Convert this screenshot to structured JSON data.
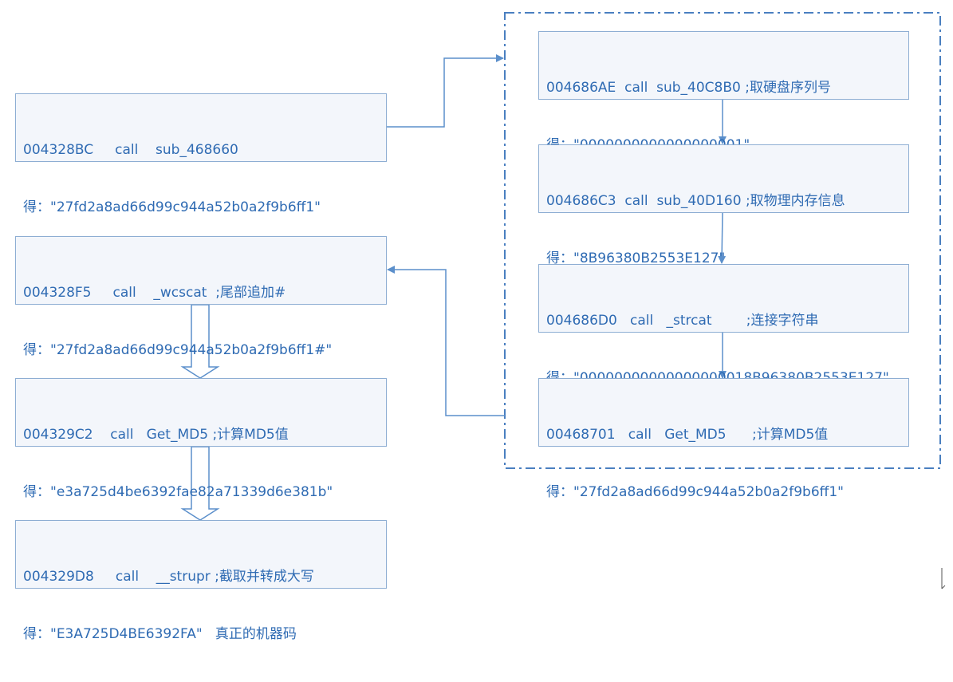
{
  "colors": {
    "text": "#2f6bb3",
    "box_fill": "#f3f6fb",
    "box_border": "#8eaed3",
    "connector": "#5b8fcb",
    "dashed_frame": "#4a7fc0"
  },
  "left_chain": [
    {
      "addr": "004328BC",
      "call": "call",
      "func": "sub_468660",
      "comment": "",
      "result_label": "得：",
      "result_value": "\"27fd2a8ad66d99c944a52b0a2f9b6ff1\"",
      "result_note": ""
    },
    {
      "addr": "004328F5",
      "call": "call",
      "func": "_wcscat",
      "comment": ";尾部追加#",
      "result_label": "得：",
      "result_value": "\"27fd2a8ad66d99c944a52b0a2f9b6ff1#\"",
      "result_note": ""
    },
    {
      "addr": "004329C2",
      "call": "call",
      "func": "Get_MD5",
      "comment": ";计算MD5值",
      "result_label": "得：",
      "result_value": "\"e3a725d4be6392fae82a71339d6e381b\"",
      "result_note": ""
    },
    {
      "addr": "004329D8",
      "call": "call",
      "func": "__strupr",
      "comment": ";截取并转成大写",
      "result_label": "得：",
      "result_value": "\"E3A725D4BE6392FA\"",
      "result_note": "真正的机器码"
    }
  ],
  "right_chain": [
    {
      "addr": "004686AE",
      "call": "call",
      "func": "sub_40C8B0",
      "comment": ";取硬盘序列号",
      "result_label": "得：",
      "result_value": "\"0000000000000000001\""
    },
    {
      "addr": "004686C3",
      "call": "call",
      "func": "sub_40D160",
      "comment": ";取物理内存信息",
      "result_label": "得：",
      "result_value": "\"8B96380B2553E127\""
    },
    {
      "addr": "004686D0",
      "call": "call",
      "func": "_strcat",
      "comment": ";连接字符串",
      "result_label": "得：",
      "result_value": "\"00000000000000000018B96380B2553E127\""
    },
    {
      "addr": "00468701",
      "call": "call",
      "func": "Get_MD5",
      "comment": ";计算MD5值",
      "result_label": "得：",
      "result_value": "\"27fd2a8ad66d99c944a52b0a2f9b6ff1\""
    }
  ]
}
